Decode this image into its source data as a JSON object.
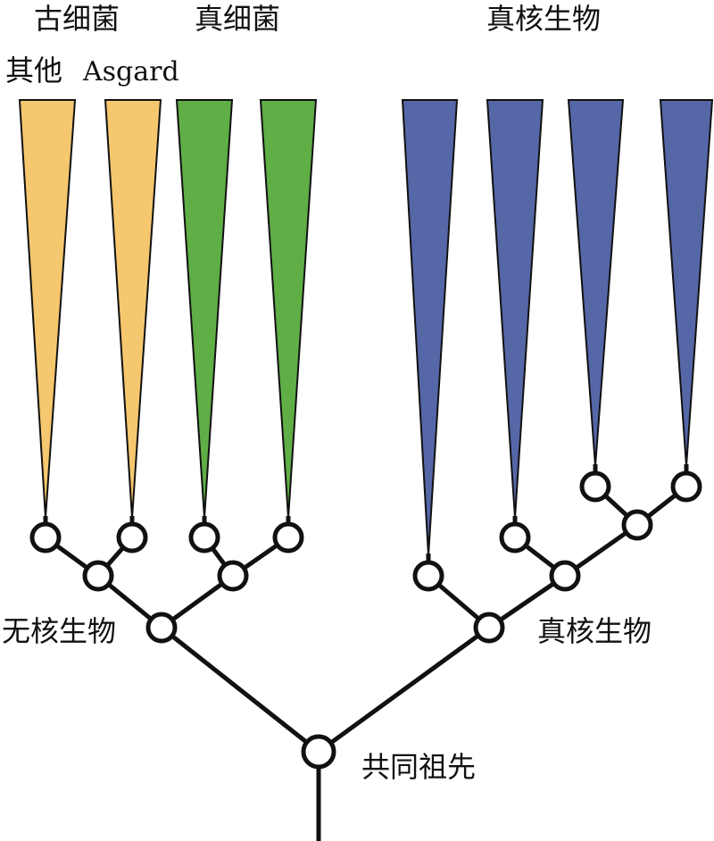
{
  "labels": {
    "group_archaea": "古细菌",
    "group_bacteria": "真细菌",
    "group_eukaryotes": "真核生物",
    "archaea_other": "其他",
    "archaea_asgard": "Asgard",
    "node_prokaryotes": "无核生物",
    "node_eukaryotes": "真核生物",
    "node_root": "共同祖先"
  },
  "colors": {
    "archaea": "#F5C76E",
    "bacteria": "#5FAE46",
    "eukaryotes": "#5667A8",
    "line": "#111111"
  }
}
